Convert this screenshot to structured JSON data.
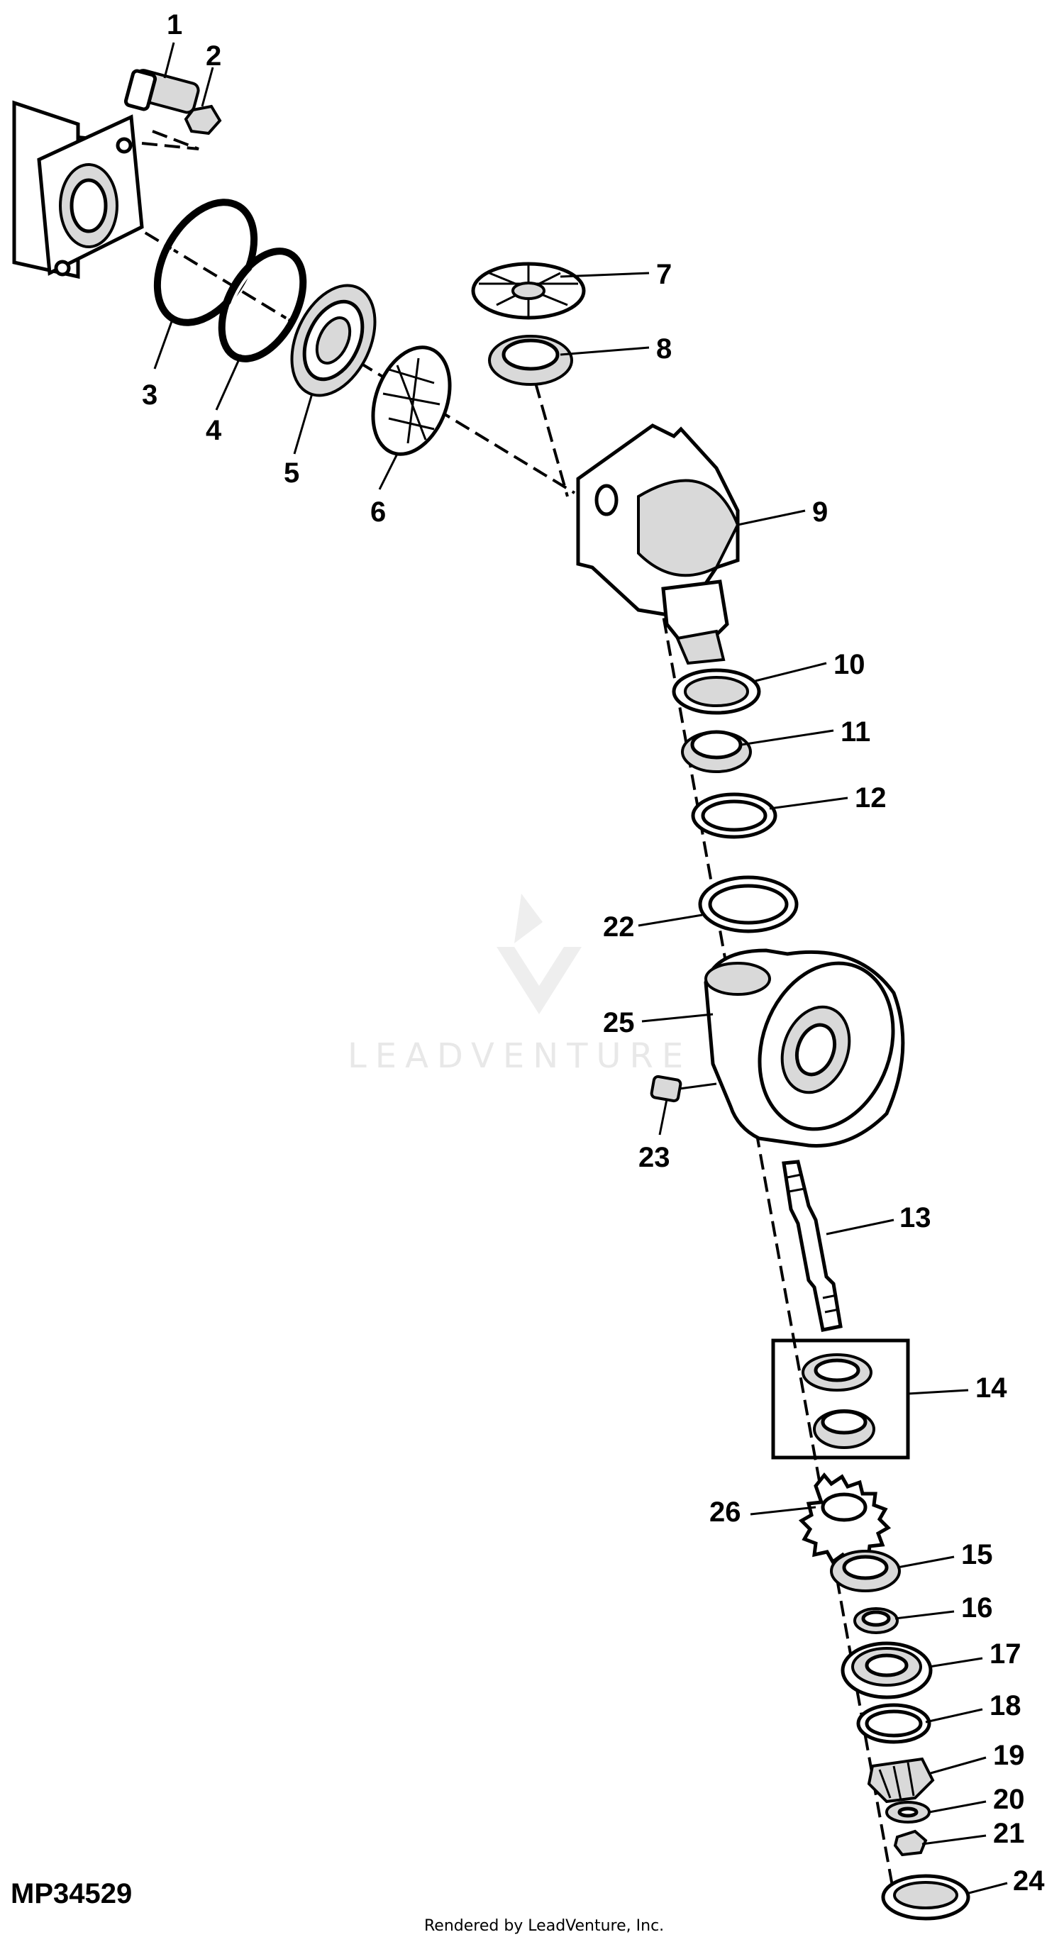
{
  "figure_id": "MP34529",
  "credit": "Rendered by LeadVenture, Inc.",
  "watermark": "LEADVENTURE",
  "callouts": {
    "c1": "1",
    "c2": "2",
    "c3": "3",
    "c4": "4",
    "c5": "5",
    "c6": "6",
    "c7": "7",
    "c8": "8",
    "c9": "9",
    "c10": "10",
    "c11": "11",
    "c12": "12",
    "c13": "13",
    "c14": "14",
    "c15": "15",
    "c16": "16",
    "c17": "17",
    "c18": "18",
    "c19": "19",
    "c20": "20",
    "c21": "21",
    "c22": "22",
    "c23": "23",
    "c24": "24",
    "c25": "25",
    "c26": "26"
  }
}
